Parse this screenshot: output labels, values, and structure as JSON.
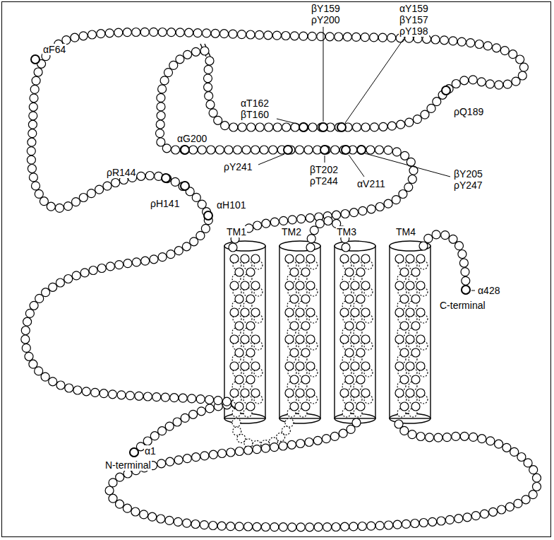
{
  "diagram": {
    "labels": [
      "αF64",
      "βY159",
      "ρY200",
      "αY159",
      "βY157",
      "ρY198",
      "αT162",
      "βT160",
      "ρQ189",
      "αG200",
      "ρR144",
      "ρH141",
      "αH101",
      "ρY241",
      "βT202",
      "ρT244",
      "αV211",
      "βY205",
      "ρY247",
      "TM1",
      "TM2",
      "TM3",
      "TM4",
      "α1",
      "N-terminal",
      "α428",
      "C-terminal"
    ]
  }
}
